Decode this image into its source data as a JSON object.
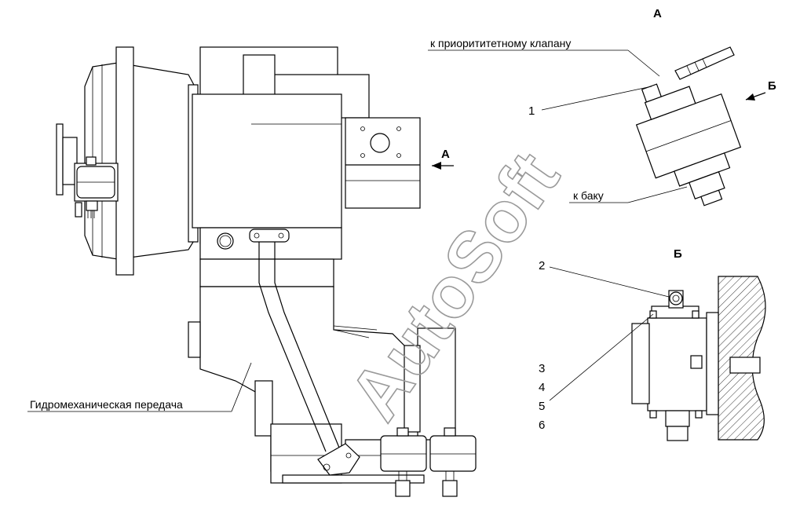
{
  "watermark": "AutoSoft",
  "labels": {
    "priority_valve": "к приорититетному клапану",
    "tank": "к баку",
    "transmission": "Гидромеханическая передача"
  },
  "views": {
    "view_a": "А",
    "view_b": "Б",
    "arrow_a": "А",
    "arrow_b": "Б"
  },
  "callouts": [
    "1",
    "2",
    "3",
    "4",
    "5",
    "6"
  ]
}
